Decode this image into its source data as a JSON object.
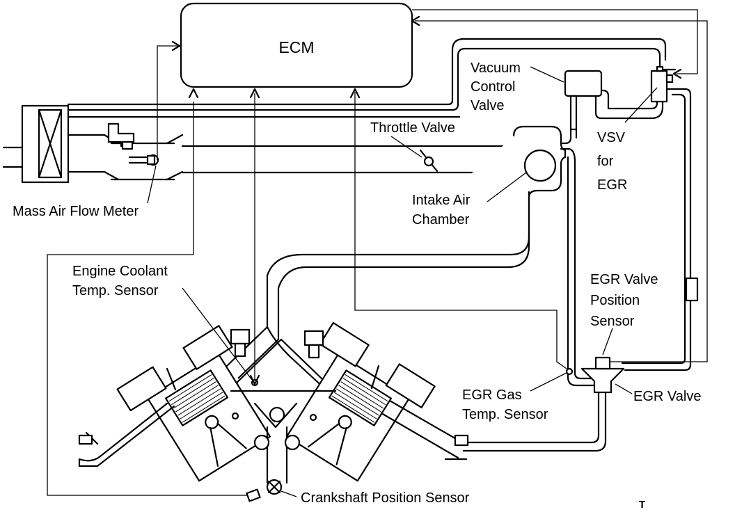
{
  "labels": {
    "ecm": "ECM",
    "vacuum_control_valve": [
      "Vacuum",
      "Control",
      "Valve"
    ],
    "throttle_valve": "Throttle Valve",
    "vsv_for_egr": [
      "VSV",
      "for",
      "EGR"
    ],
    "mass_air_flow_meter": "Mass Air Flow Meter",
    "intake_air_chamber": [
      "Intake Air",
      "Chamber"
    ],
    "engine_coolant_temp_sensor": [
      "Engine Coolant",
      "Temp. Sensor"
    ],
    "egr_valve_position_sensor": [
      "EGR Valve",
      "Position",
      "Sensor"
    ],
    "egr_gas_temp_sensor": [
      "EGR Gas",
      "Temp. Sensor"
    ],
    "egr_valve": "EGR Valve",
    "crankshaft_position_sensor": "Crankshaft Position Sensor",
    "corner_mark": "T"
  }
}
